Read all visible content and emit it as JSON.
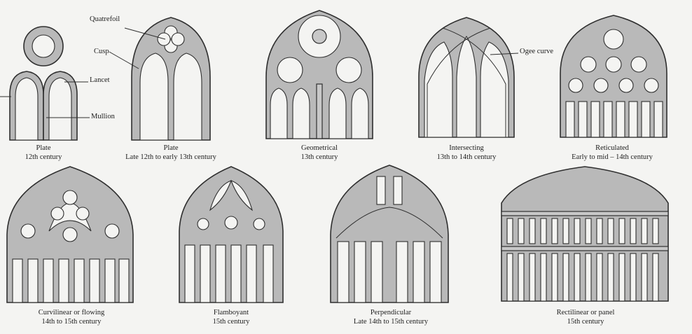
{
  "callouts": {
    "quatrefoil": "Quatrefoil",
    "cusp": "Cusp",
    "lancet": "Lancet",
    "mullion": "Mullion",
    "ogee": "Ogee curve"
  },
  "windows": [
    {
      "style": "Plate",
      "period": "12th century"
    },
    {
      "style": "Plate",
      "period": "Late 12th to early 13th century"
    },
    {
      "style": "Geometrical",
      "period": "13th century"
    },
    {
      "style": "Intersecting",
      "period": "13th to 14th century"
    },
    {
      "style": "Reticulated",
      "period": "Early to mid – 14th century"
    },
    {
      "style": "Curvilinear or flowing",
      "period": "14th to 15th century"
    },
    {
      "style": "Flamboyant",
      "period": "15th century"
    },
    {
      "style": "Perpendicular",
      "period": "Late 14th to 15th century"
    },
    {
      "style": "Rectilinear or panel",
      "period": "15th century"
    }
  ]
}
